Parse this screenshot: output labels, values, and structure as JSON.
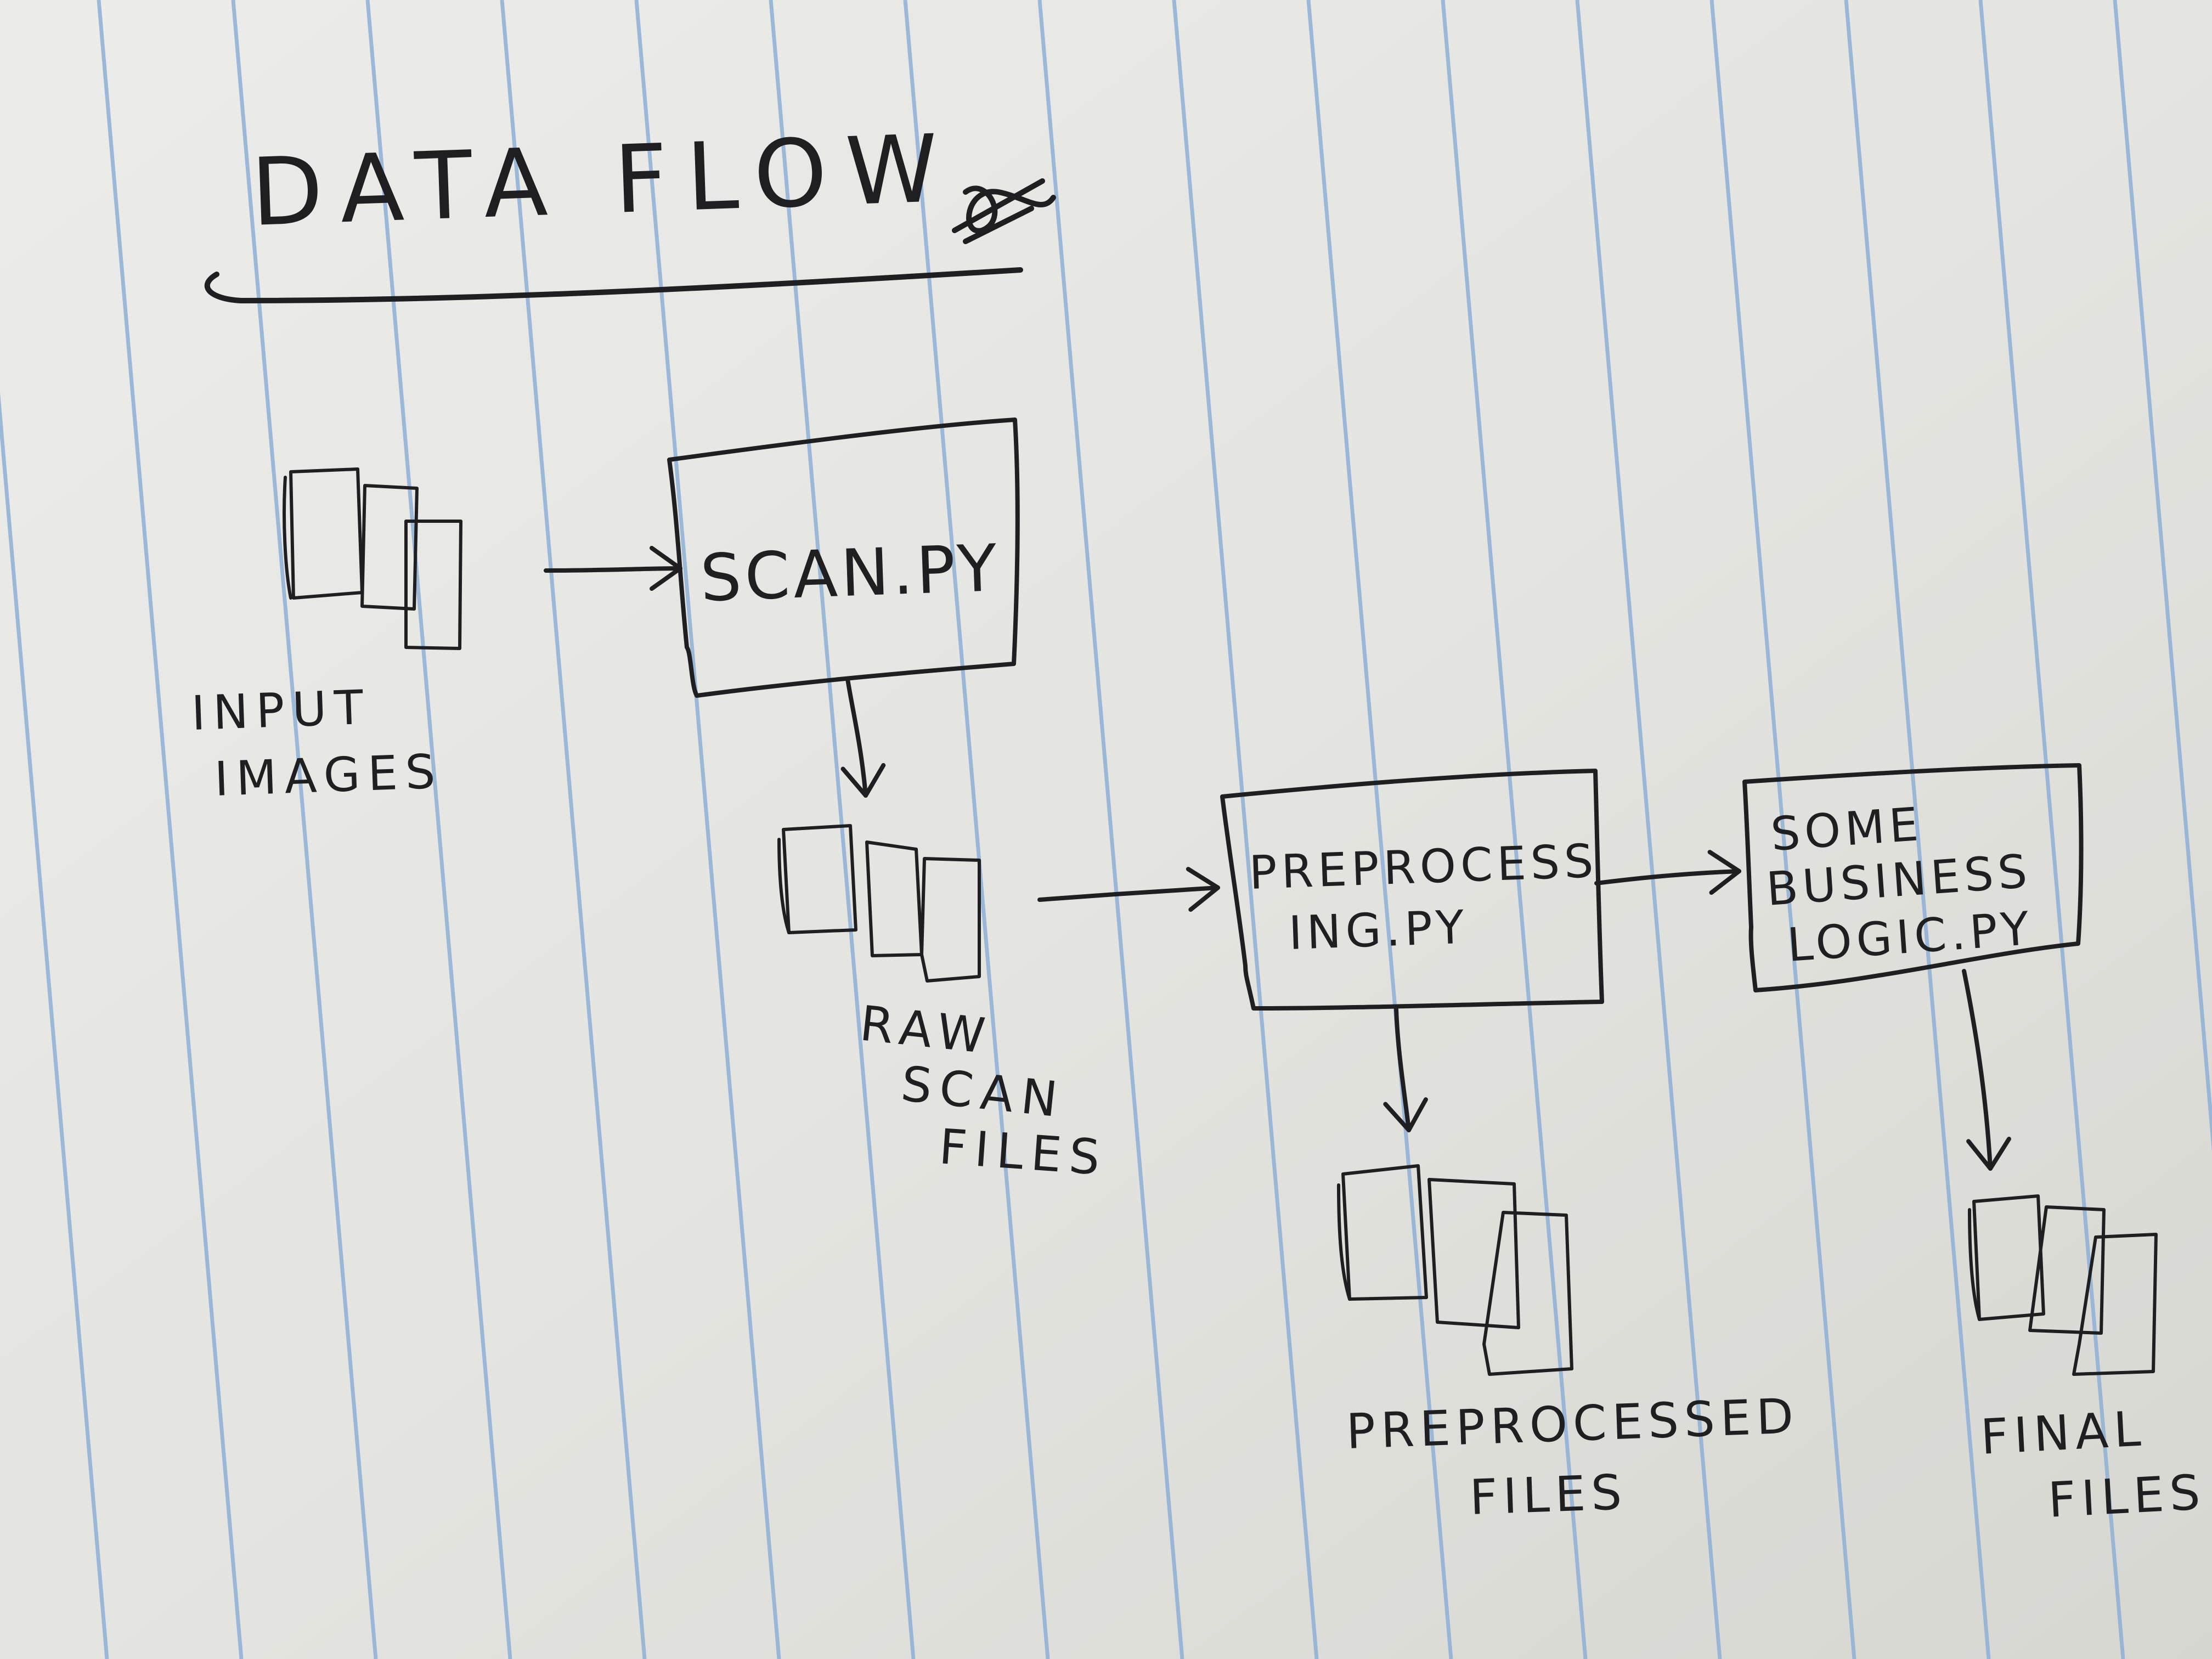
{
  "title": "DATA FLOW",
  "nodes": {
    "input_images": {
      "label_lines": [
        "INPUT",
        "IMAGES"
      ]
    },
    "scan_py": {
      "label_lines": [
        "SCAN.PY"
      ]
    },
    "raw_scan_files": {
      "label_lines": [
        "RAW",
        "SCAN",
        "FILES"
      ]
    },
    "preprocessing_py": {
      "label_lines": [
        "PREPROCESS",
        "ING.PY"
      ]
    },
    "some_business_logic_py": {
      "label_lines": [
        "SOME",
        "BUSINESS",
        "LOGIC.PY"
      ]
    },
    "preprocessed_files": {
      "label_lines": [
        "PREPROCESSED",
        "FILES"
      ]
    },
    "final_files": {
      "label_lines": [
        "FINAL",
        "FILES"
      ]
    }
  },
  "edges": [
    {
      "from": "input_images",
      "to": "scan_py"
    },
    {
      "from": "scan_py",
      "to": "raw_scan_files"
    },
    {
      "from": "raw_scan_files",
      "to": "preprocessing_py"
    },
    {
      "from": "preprocessing_py",
      "to": "some_business_logic_py"
    },
    {
      "from": "preprocessing_py",
      "to": "preprocessed_files"
    },
    {
      "from": "some_business_logic_py",
      "to": "final_files"
    }
  ],
  "colors": {
    "paper": "#e4e4e0",
    "rule_line": "#8fb0d6",
    "ink": "#1f1f22"
  }
}
